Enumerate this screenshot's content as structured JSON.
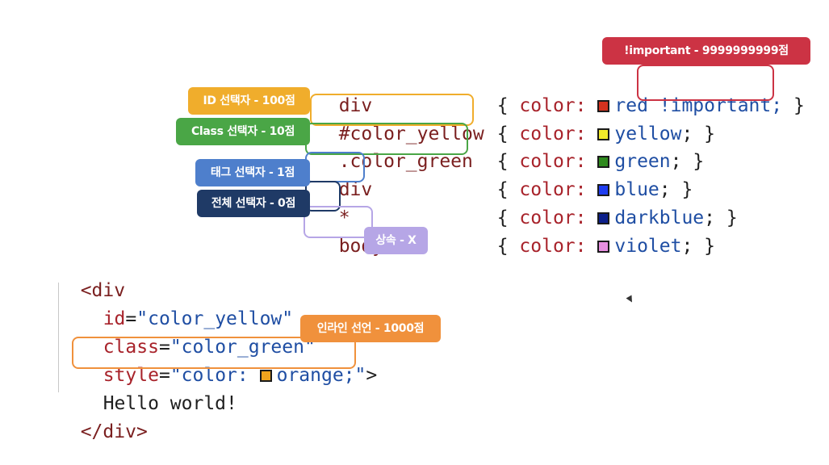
{
  "css_rules": [
    {
      "selector": "div",
      "prop": "color:",
      "swatch": "#d4321f",
      "value": "red",
      "suffix": " !important;",
      "close": " }"
    },
    {
      "selector": "#color_yellow",
      "prop": "color:",
      "swatch": "#f2ea2a",
      "value": "yellow",
      "suffix": ";",
      "close": " }"
    },
    {
      "selector": ".color_green",
      "prop": "color:",
      "swatch": "#2f8a1e",
      "value": "green",
      "suffix": ";",
      "close": " }"
    },
    {
      "selector": "div",
      "prop": "color:",
      "swatch": "#1f3df0",
      "value": "blue",
      "suffix": ";",
      "close": " }"
    },
    {
      "selector": "*",
      "prop": "color:",
      "swatch": "#0c1f8a",
      "value": "darkblue",
      "suffix": ";",
      "close": " }"
    },
    {
      "selector": "body",
      "prop": "color:",
      "swatch": "#e78fe0",
      "value": "violet",
      "suffix": ";",
      "close": " }"
    }
  ],
  "open_brace": "{",
  "labels": {
    "important": "!important - 9999999999점",
    "id": "ID 선택자 - 100점",
    "class": "Class 선택자 - 10점",
    "tag": "태그 선택자 - 1점",
    "universal": "전체 선택자 - 0점",
    "inherit": "상속 - X",
    "inline": "인라인 선언 - 1000점"
  },
  "html_snippet": {
    "open_tag": "<div",
    "id_attr": "id",
    "id_value": "\"color_yellow\"",
    "class_attr": "class",
    "class_value": "\"color_green\"",
    "style_attr": "style",
    "style_value_start": "\"color: ",
    "style_swatch": "#f0a41e",
    "style_value_end": "orange;\"",
    "tag_end": ">",
    "text": "Hello world!",
    "close_tag": "</div>"
  },
  "colors": {
    "important": "#cc3344",
    "id": "#f0ad2c",
    "class": "#4aa646",
    "tag": "#4e7fcc",
    "universal": "#1f3a66",
    "inherit": "#b6a6e6",
    "inline": "#f0913c"
  }
}
